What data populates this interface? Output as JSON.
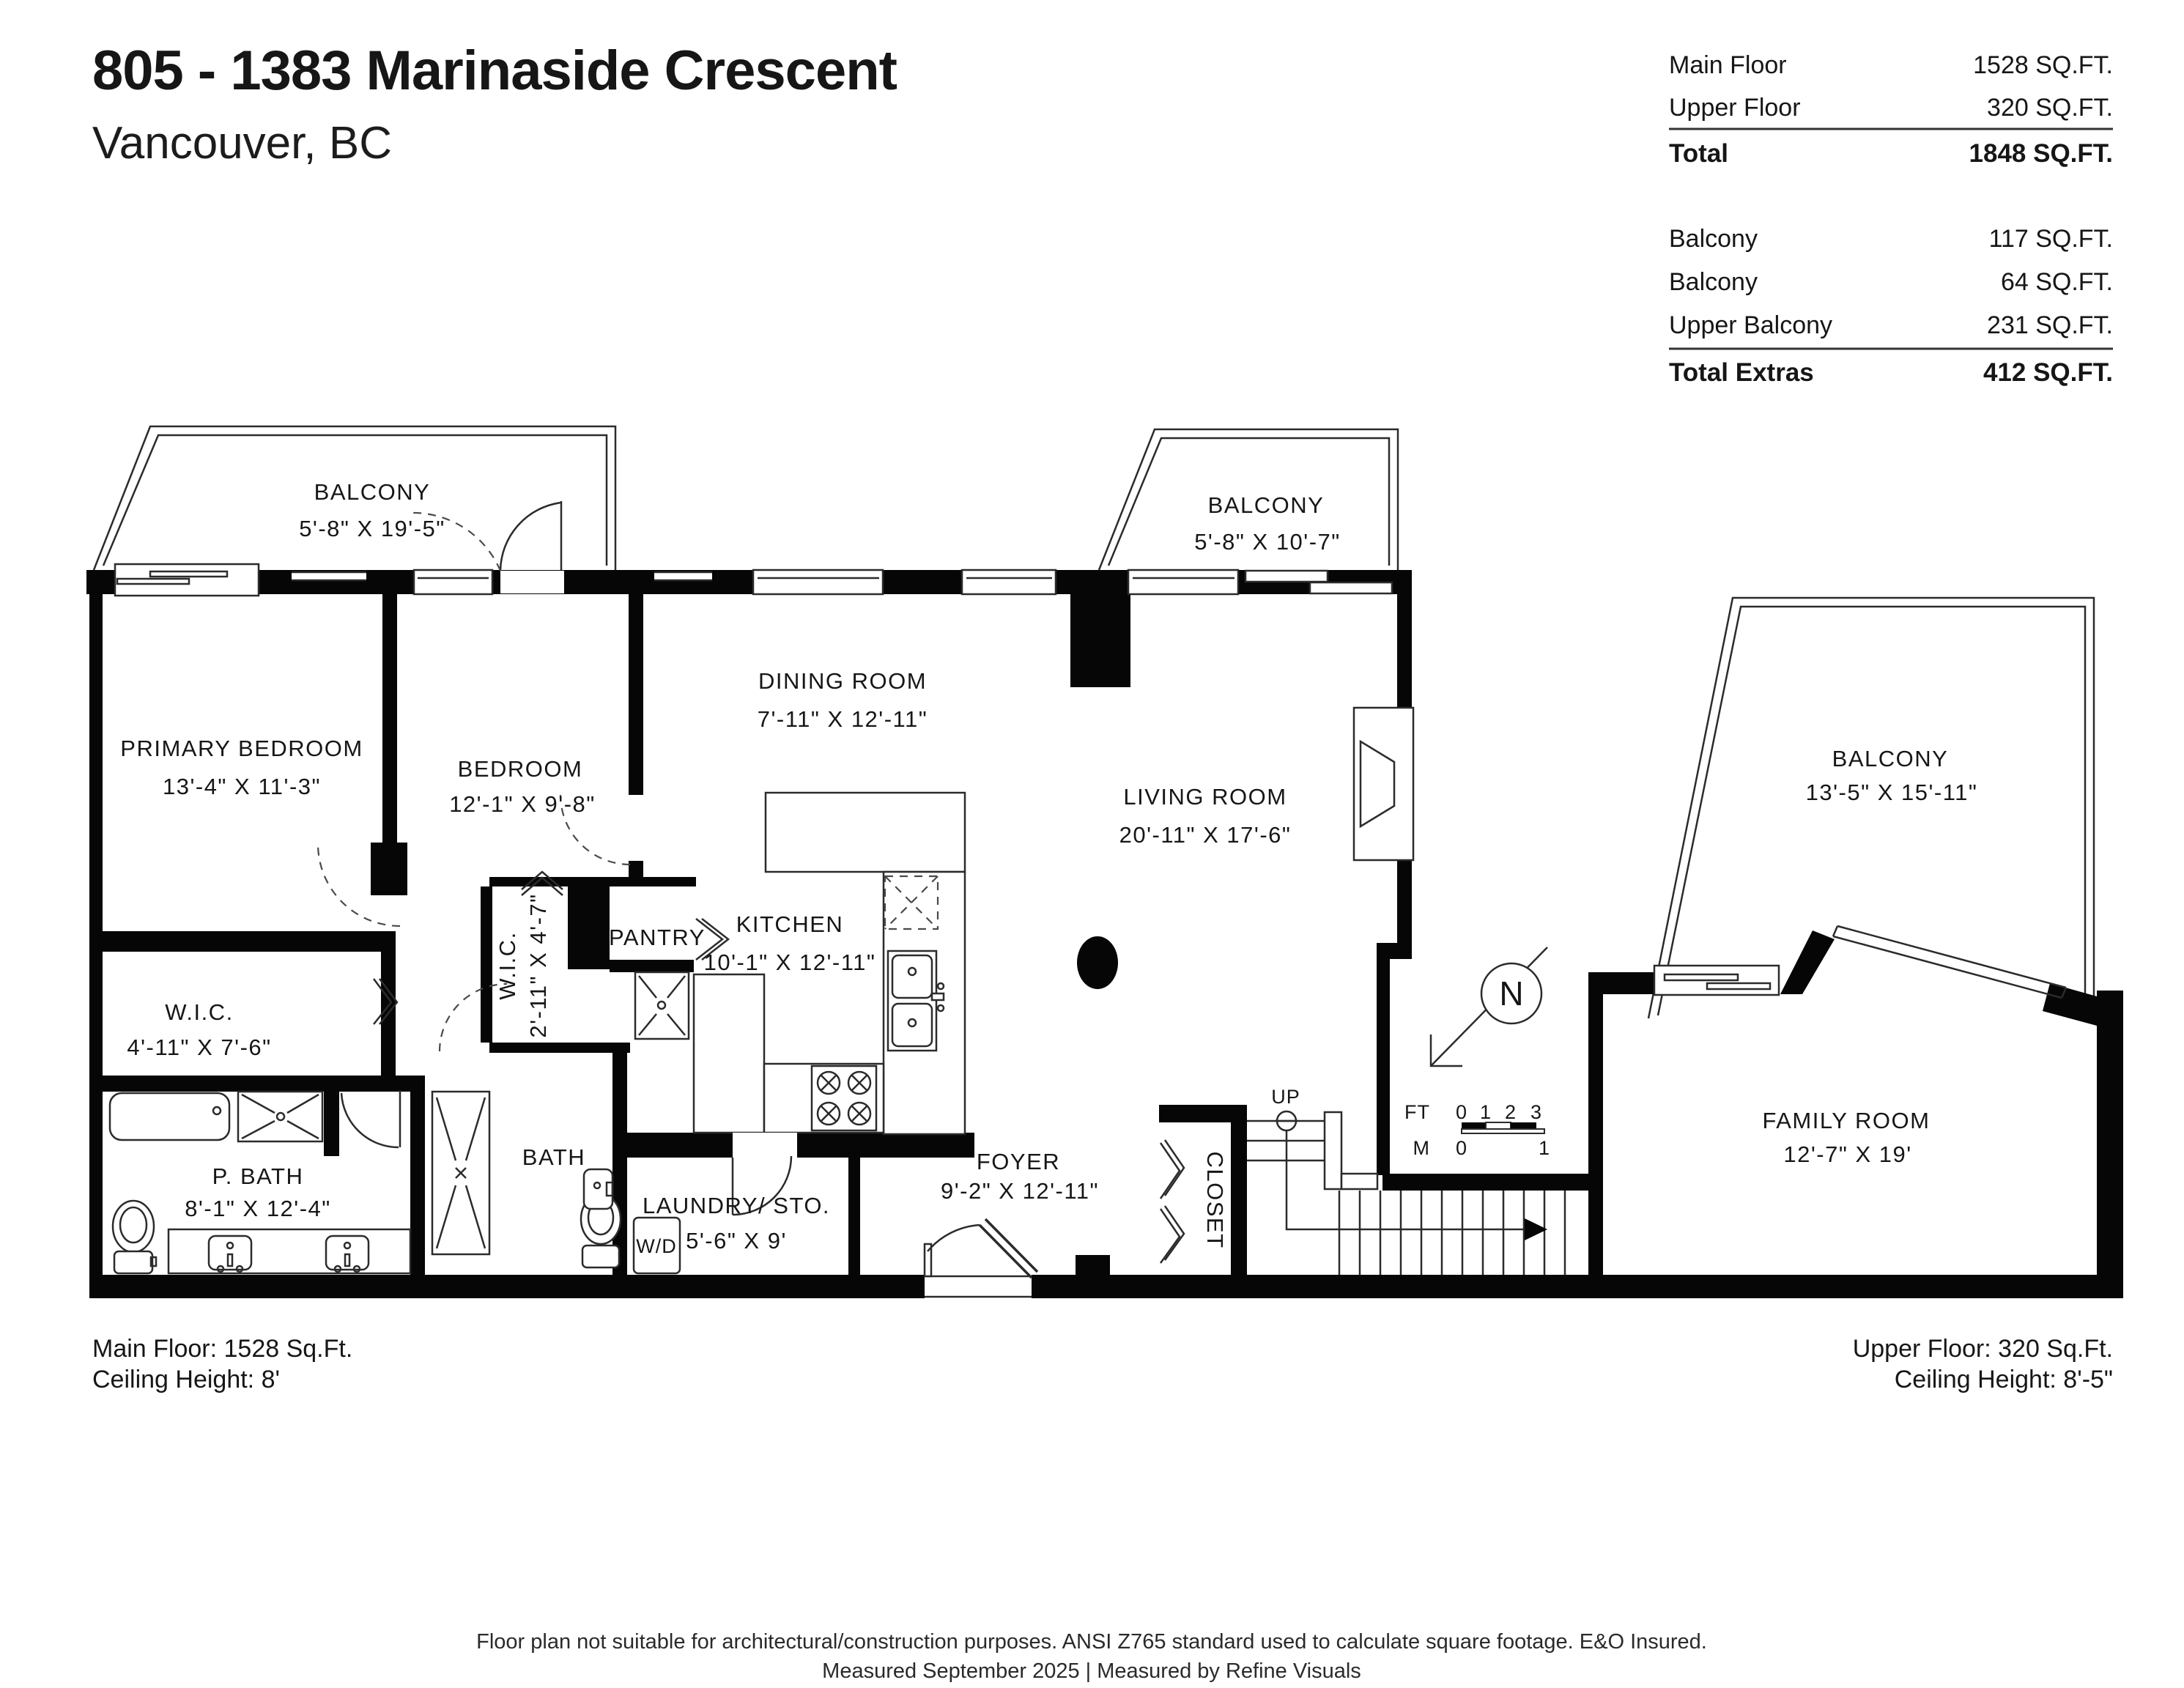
{
  "header": {
    "title": "805 - 1383 Marinaside Crescent",
    "subtitle": "Vancouver, BC"
  },
  "area_table": {
    "rows": [
      {
        "label": "Main Floor",
        "value": "1528 SQ.FT."
      },
      {
        "label": "Upper Floor",
        "value": "320 SQ.FT."
      }
    ],
    "total": {
      "label": "Total",
      "value": "1848 SQ.FT."
    },
    "extras": [
      {
        "label": "Balcony",
        "value": "117 SQ.FT."
      },
      {
        "label": "Balcony",
        "value": "64 SQ.FT."
      },
      {
        "label": "Upper Balcony",
        "value": "231 SQ.FT."
      }
    ],
    "total_extras": {
      "label": "Total Extras",
      "value": "412 SQ.FT."
    }
  },
  "rooms": {
    "balcony_top_left": {
      "name": "BALCONY",
      "dims": "5'-8\" X 19'-5\""
    },
    "primary_bedroom": {
      "name": "PRIMARY BEDROOM",
      "dims": "13'-4\" X 11'-3\""
    },
    "bedroom": {
      "name": "BEDROOM",
      "dims": "12'-1\" X 9'-8\""
    },
    "dining_room": {
      "name": "DINING ROOM",
      "dims": "7'-11\" X 12'-11\""
    },
    "kitchen": {
      "name": "KITCHEN",
      "dims": "10'-1\" X 12'-11\""
    },
    "pantry": {
      "name": "PANTRY"
    },
    "wic_small": {
      "name": "W.I.C.",
      "dims": "2'-11\" X 4'-7\""
    },
    "living_room": {
      "name": "LIVING ROOM",
      "dims": "20'-11\" X 17'-6\""
    },
    "balcony_mid": {
      "name": "BALCONY",
      "dims": "5'-8\" X 10'-7\""
    },
    "balcony_right": {
      "name": "BALCONY",
      "dims": "13'-5\" X 15'-11\""
    },
    "family_room": {
      "name": "FAMILY ROOM",
      "dims": "12'-7\"  X 19'"
    },
    "wic": {
      "name": "W.I.C.",
      "dims": "4'-11\" X 7'-6\""
    },
    "p_bath": {
      "name": "P. BATH",
      "dims": "8'-1\" X 12'-4\""
    },
    "bath": {
      "name": "BATH"
    },
    "laundry": {
      "name": "LAUNDRY/ STO.",
      "dims": "5'-6\" X  9'"
    },
    "foyer": {
      "name": "FOYER",
      "dims": "9'-2\" X 12'-11\""
    },
    "closet": {
      "name": "CLOSET"
    }
  },
  "annotations": {
    "up": "UP",
    "wd": "W/D",
    "north": "N",
    "scale": {
      "ft_label": "FT",
      "t0": "0",
      "t1": "1",
      "t2": "2",
      "t3": "3",
      "m_label": "M",
      "m0": "0",
      "m1": "1"
    }
  },
  "notes": {
    "main_floor_line1": "Main Floor: 1528 Sq.Ft.",
    "main_floor_line2": "Ceiling Height: 8'",
    "upper_floor_line1": "Upper Floor: 320 Sq.Ft.",
    "upper_floor_line2": "Ceiling Height: 8'-5\""
  },
  "footer": {
    "line1": "Floor plan not suitable for architectural/construction purposes. ANSI Z765 standard used to calculate square footage. E&O Insured.",
    "line2": "Measured September 2025 | Measured by Refine Visuals"
  },
  "colors": {
    "wall": "#060606",
    "line": "#2b2b2b",
    "text": "#161616",
    "background": "#ffffff"
  }
}
